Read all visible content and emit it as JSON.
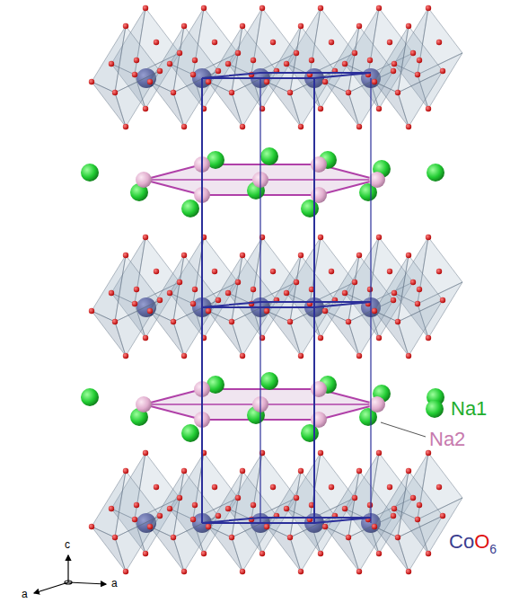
{
  "diagram": {
    "labels": [
      "Na1",
      "Na2",
      "Co",
      "O",
      "6",
      "c",
      "a",
      "a"
    ]
  }
}
